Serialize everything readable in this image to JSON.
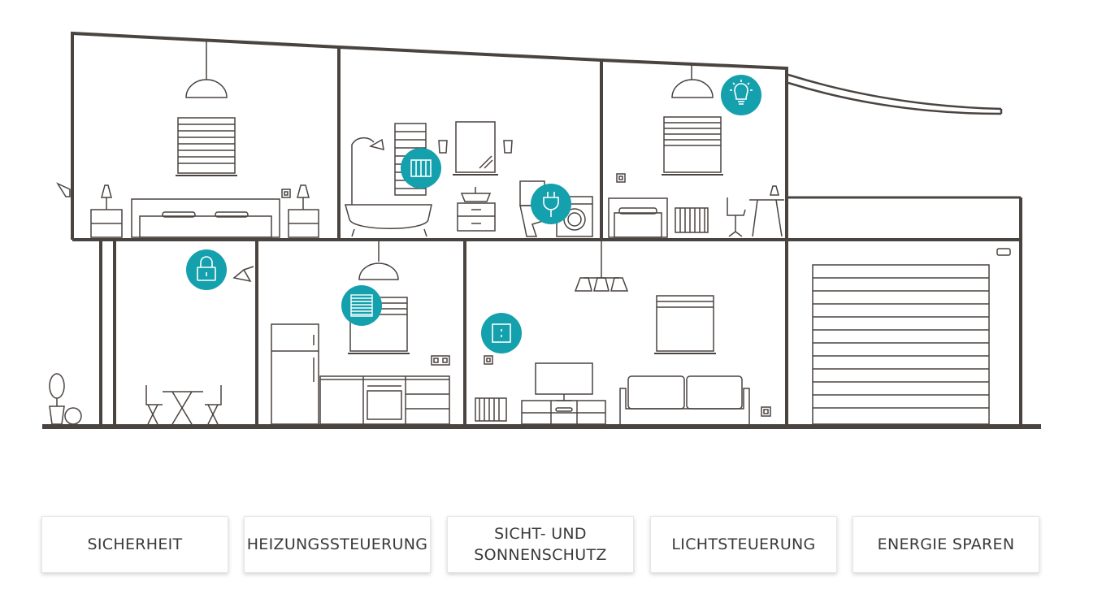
{
  "colors": {
    "line": "#4a4440",
    "accent": "#14a0ad",
    "icon_fg": "#ffffff",
    "furniture": "#9a9a9a"
  },
  "hotspots": [
    {
      "name": "light-hotspot",
      "icon": "lightbulb-icon"
    },
    {
      "name": "heating-hotspot",
      "icon": "radiator-icon"
    },
    {
      "name": "energy-hotspot",
      "icon": "plug-icon"
    },
    {
      "name": "security-hotspot",
      "icon": "lock-icon"
    },
    {
      "name": "shutter-hotspot",
      "icon": "shutter-icon"
    },
    {
      "name": "switch-hotspot",
      "icon": "switch-icon"
    }
  ],
  "tabs": [
    {
      "id": "sicherheit",
      "line1": "SICHERHEIT",
      "line2": ""
    },
    {
      "id": "heizung",
      "line1": "HEIZUNGSSTEUERUNG",
      "line2": ""
    },
    {
      "id": "sicht",
      "line1": "SICHT- UND",
      "line2": "SONNENSCHUTZ"
    },
    {
      "id": "licht",
      "line1": "LICHTSTEUERUNG",
      "line2": ""
    },
    {
      "id": "energie",
      "line1": "ENERGIE SPAREN",
      "line2": ""
    }
  ]
}
